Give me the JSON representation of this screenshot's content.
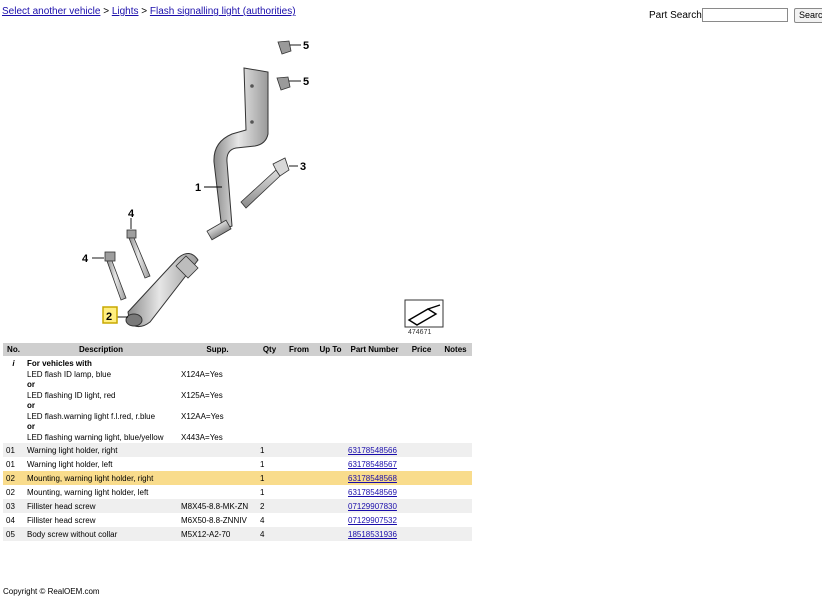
{
  "breadcrumb": {
    "items": [
      "Select another vehicle",
      "Lights",
      "Flash signalling light (authorities)"
    ],
    "separator": ">"
  },
  "search": {
    "label": "Part Search:",
    "value": "",
    "button_label": "Search"
  },
  "diagram": {
    "figure_id": "474671",
    "callouts": [
      "5",
      "5",
      "3",
      "1",
      "4",
      "4",
      "2"
    ],
    "highlighted_callout": "2"
  },
  "table": {
    "headers": [
      "No.",
      "Description",
      "Supp.",
      "Qty",
      "From",
      "Up To",
      "Part Number",
      "Price",
      "Notes"
    ],
    "note_row": {
      "no": "i",
      "lines": [
        {
          "text": "For vehicles with",
          "bold": true,
          "supp": ""
        },
        {
          "text": "LED flash ID lamp, blue",
          "bold": false,
          "supp": "X124A=Yes"
        },
        {
          "text": "or",
          "bold": true,
          "supp": ""
        },
        {
          "text": "LED flashing ID light, red",
          "bold": false,
          "supp": "X125A=Yes"
        },
        {
          "text": "or",
          "bold": true,
          "supp": ""
        },
        {
          "text": "LED flash.warning light f.l.red, r.blue",
          "bold": false,
          "supp": "X12AA=Yes"
        },
        {
          "text": "or",
          "bold": true,
          "supp": ""
        },
        {
          "text": "LED flashing warning light, blue/yellow",
          "bold": false,
          "supp": "X443A=Yes"
        }
      ]
    },
    "rows": [
      {
        "no": "01",
        "desc": "Warning light holder, right",
        "supp": "",
        "qty": "1",
        "from": "",
        "upto": "",
        "part": "63178548566",
        "price": "",
        "notes": "",
        "style": "even"
      },
      {
        "no": "01",
        "desc": "Warning light holder, left",
        "supp": "",
        "qty": "1",
        "from": "",
        "upto": "",
        "part": "63178548567",
        "price": "",
        "notes": "",
        "style": "odd"
      },
      {
        "no": "02",
        "desc": "Mounting, warning light holder, right",
        "supp": "",
        "qty": "1",
        "from": "",
        "upto": "",
        "part": "63178548568",
        "price": "",
        "notes": "",
        "style": "hl"
      },
      {
        "no": "02",
        "desc": "Mounting, warning light holder, left",
        "supp": "",
        "qty": "1",
        "from": "",
        "upto": "",
        "part": "63178548569",
        "price": "",
        "notes": "",
        "style": "odd"
      },
      {
        "no": "03",
        "desc": "Fillister head screw",
        "supp": "M8X45-8.8-MK-ZN",
        "qty": "2",
        "from": "",
        "upto": "",
        "part": "07129907830",
        "price": "",
        "notes": "",
        "style": "even"
      },
      {
        "no": "04",
        "desc": "Fillister head screw",
        "supp": "M6X50-8.8-ZNNIV",
        "qty": "4",
        "from": "",
        "upto": "",
        "part": "07129907532",
        "price": "",
        "notes": "",
        "style": "odd"
      },
      {
        "no": "05",
        "desc": "Body screw without collar",
        "supp": "M5X12-A2-70",
        "qty": "4",
        "from": "",
        "upto": "",
        "part": "18518531936",
        "price": "",
        "notes": "",
        "style": "even"
      }
    ]
  },
  "footer": {
    "copyright": "Copyright © RealOEM.com"
  }
}
